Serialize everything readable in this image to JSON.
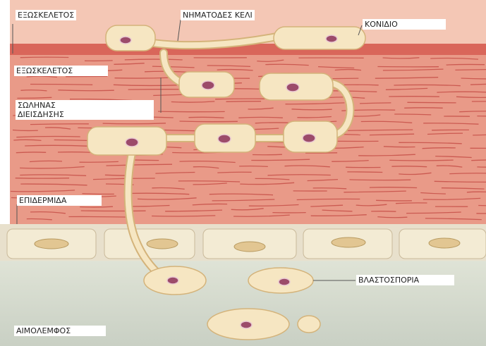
{
  "labels": {
    "exoskeleton_top": "ΕΞΩΣΚΕΛΕΤΟΣ",
    "hyphal_cell": "ΝΗΜΑΤΟΔΕΣ ΚΕΛΙ",
    "conidium": "ΚΟΝΙΔΙΟ",
    "exoskeleton": "ΕΞΩΣΚΕΛΕΤΟΣ",
    "penetration_tube_line1": "ΣΩΛΗΝΑΣ",
    "penetration_tube_line2": "ΔΙΕΙΣΔΗΣΗΣ",
    "epidermis": "ΕΠΙΔΕΡΜΙΔΑ",
    "blastospore": "ΒΛΑΣΤΟΣΠΟΡΙΑ",
    "hemolymph": "ΑΙΜΟΛΕΜΦΟΣ"
  },
  "colors": {
    "cuticle_top": "#f4c7b5",
    "cuticle_band": "#d9665a",
    "procuticle": "#e99a88",
    "muscle_line": "#c2453f",
    "epidermal_cell": "#f3ebd4",
    "epidermal_nucleus": "#e2c692",
    "fungal_cell": "#f6e6c2",
    "fungal_outline": "#d4b37a",
    "nucleus": "#9c4b6a",
    "hemolymph": "#d5dbcf"
  }
}
